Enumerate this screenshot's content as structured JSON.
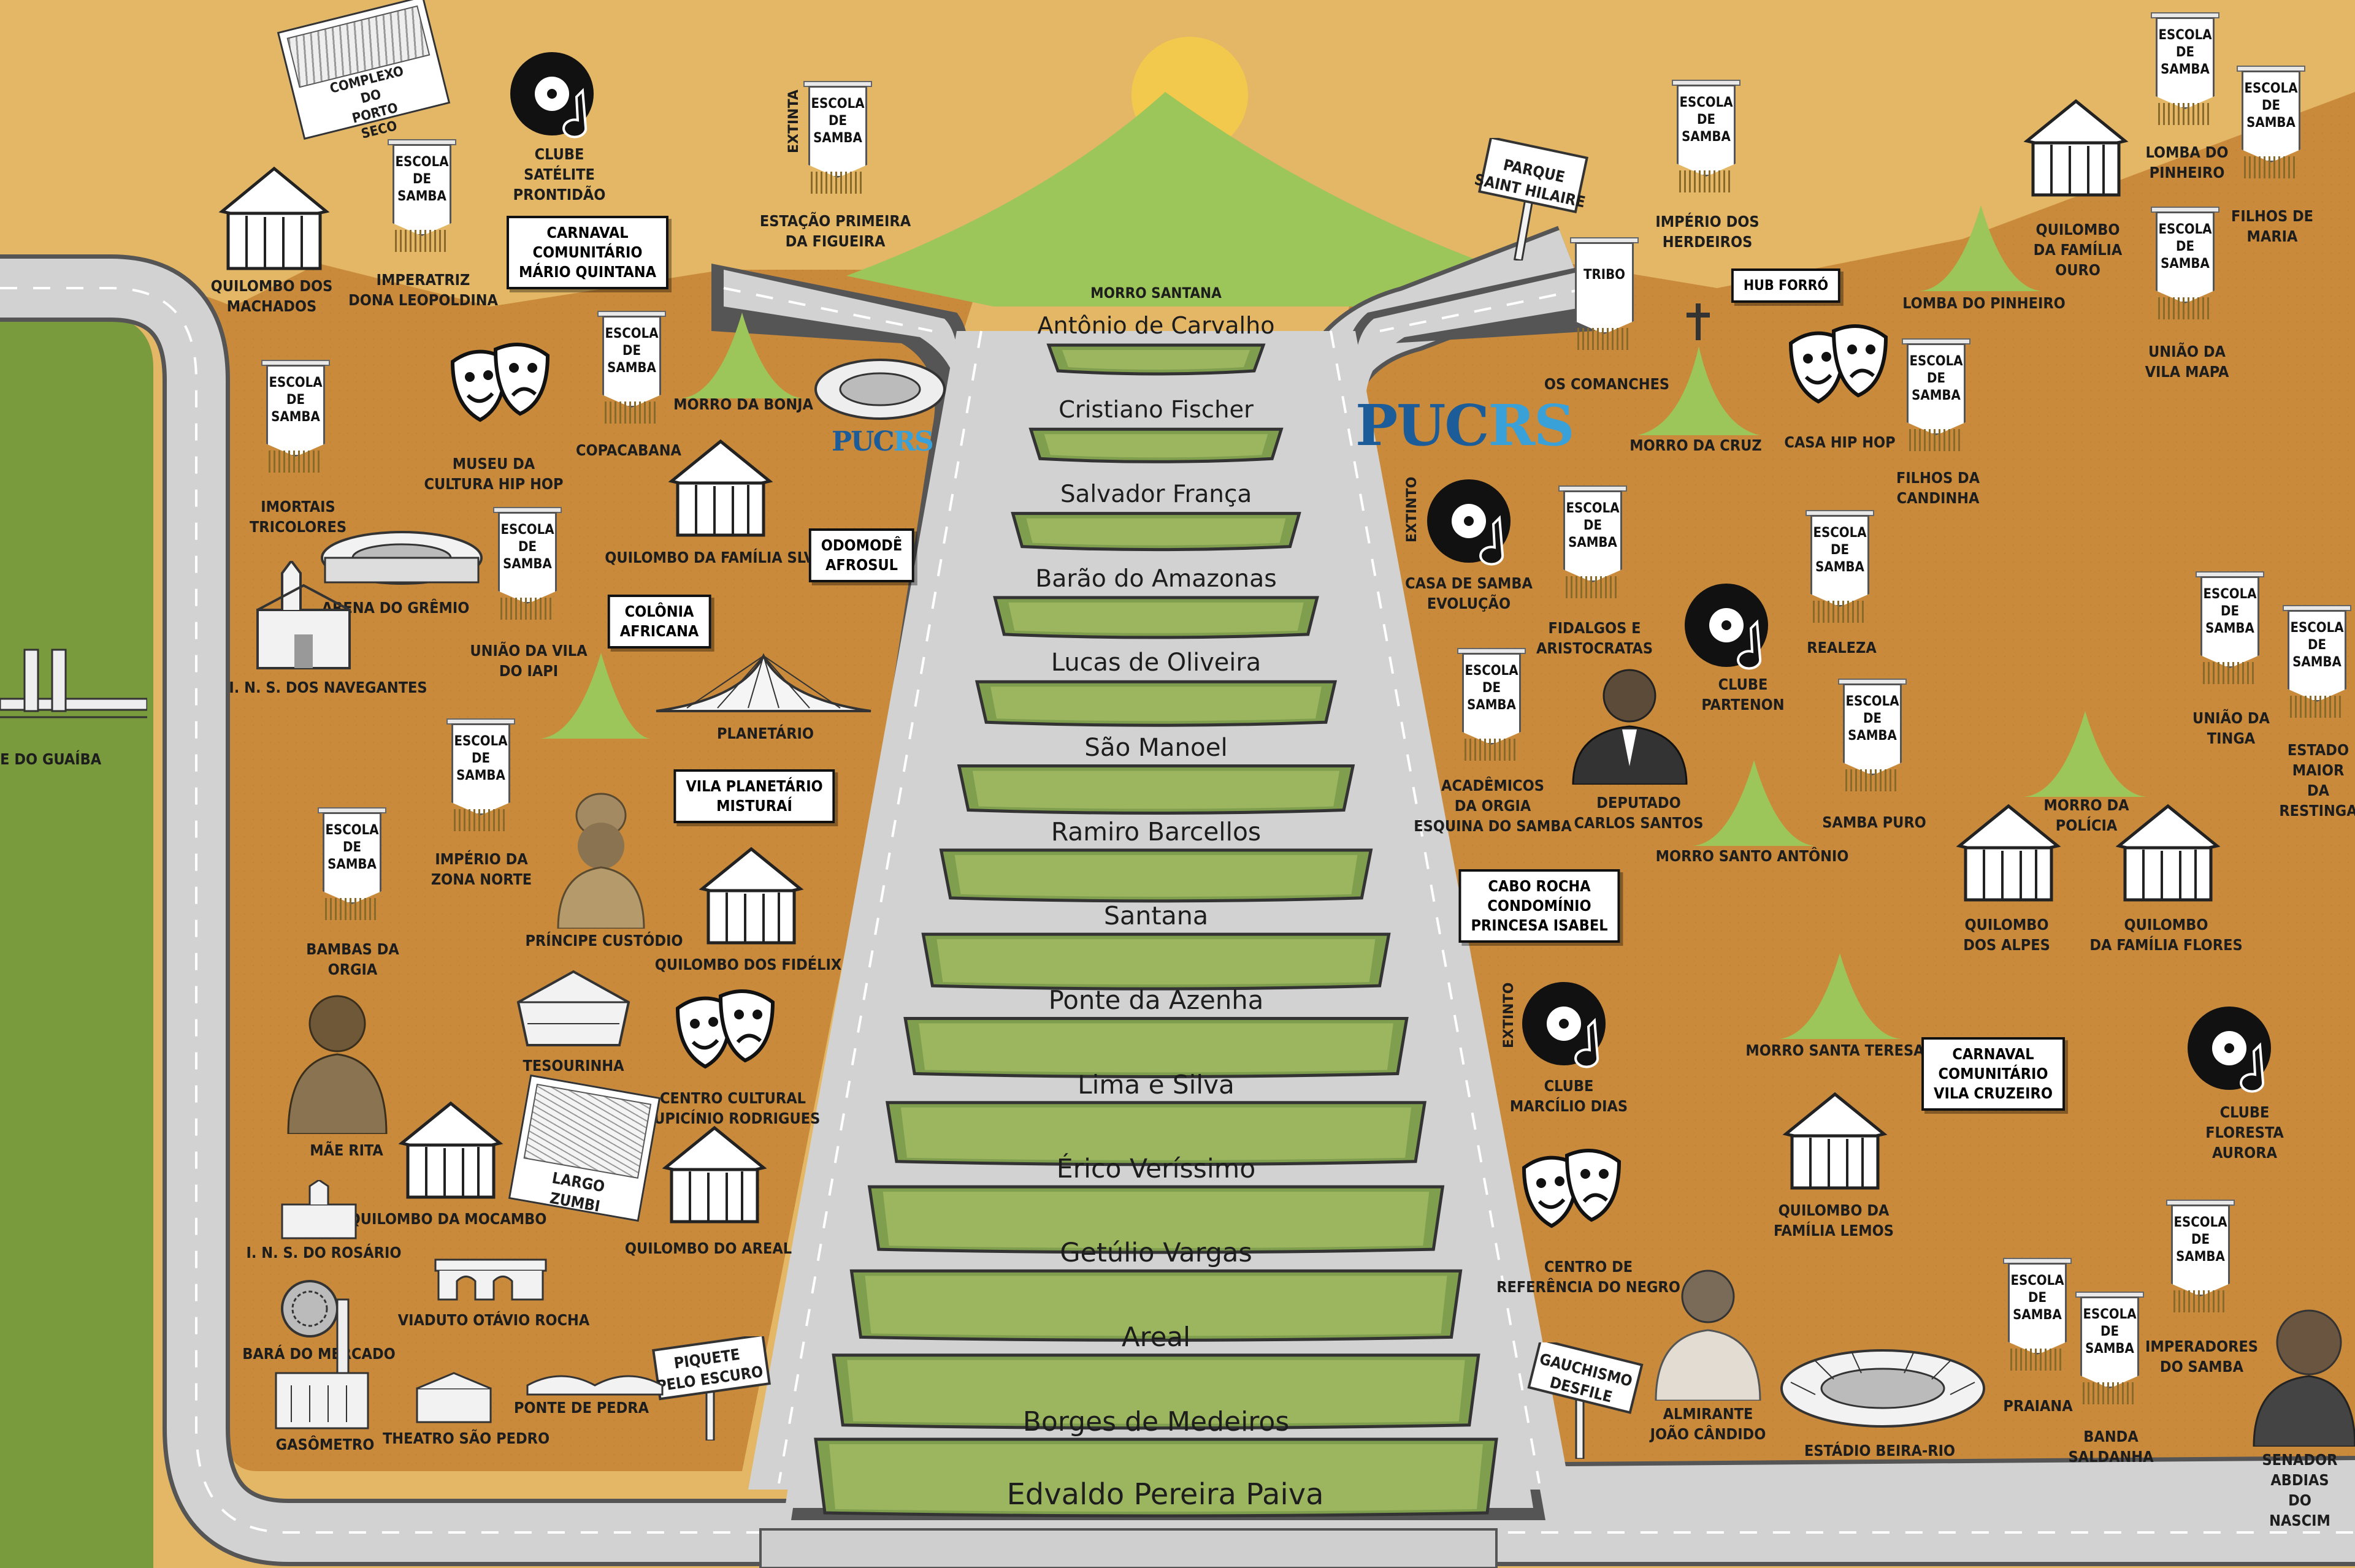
{
  "colors": {
    "background": "#e3b765",
    "territory": "#c98a3b",
    "road": "#d2d2d2",
    "hill": "#9cc55a",
    "plaza": "#7f9e4e",
    "lake": "#7a9a3e",
    "sun": "#f2c94c"
  },
  "logo": {
    "pucrs_main": "PUC",
    "pucrs_accent": "RS"
  },
  "streets": [
    "Antônio de Carvalho",
    "Cristiano Fischer",
    "Salvador França",
    "Barão do Amazonas",
    "Lucas de Oliveira",
    "São Manoel",
    "Ramiro Barcellos",
    "Santana",
    "Ponte da Azenha",
    "Lima e Silva",
    "Érico Veríssimo",
    "Getúlio Vargas",
    "Areal",
    "Borges de Medeiros",
    "Edvaldo Pereira Paiva"
  ],
  "morro_santana": "MORRO SANTANA",
  "banner_text": "ESCOLA\nDE\nSAMBA",
  "extinta": "EXTINTA",
  "extinto": "EXTINTO",
  "labels": {
    "complexo": "COMPLEXO DO\nPORTO SECO",
    "clube_satelite": "CLUBE\nSATÉLITE\nPRONTIDÃO",
    "carnaval_mario": "CARNAVAL\nCOMUNITÁRIO\nMÁRIO QUINTANA",
    "quilombo_machados": "QUILOMBO DOS\nMACHADOS",
    "imperatriz": "IMPERATRIZ\nDONA LEOPOLDINA",
    "estacao": "ESTAÇÃO PRIMEIRA\nDA FIGUEIRA",
    "imortais": "IMORTAIS\nTRICOLORES",
    "museu": "MUSEU DA\nCULTURA HIP HOP",
    "copacabana": "COPACABANA",
    "morro_bonja": "MORRO DA BONJA",
    "arena": "ARENA DO GRÊMIO",
    "uniao_iapi": "UNIÃO DA VILA\nDO IAPI",
    "quilombo_silva": "QUILOMBO DA FAMÍLIA SLVA",
    "odomode": "ODOMODÊ\nAFROSUL",
    "colonia": "COLÔNIA\nAFRICANA",
    "ins_navegantes": "I. N. S. DOS NAVEGANTES",
    "planetario": "PLANETÁRIO",
    "ponte_guaiba": "TE DO GUAÍBA",
    "vila_planetario": "VILA PLANETÁRIO\nMISTURAÍ",
    "imperio_zona": "IMPÉRIO DA\nZONA NORTE",
    "bambas": "BAMBAS DA\nORGIA",
    "principe": "PRÍNCIPE CUSTÓDIO",
    "quilombo_fidelix": "QUILOMBO DOS FIDÉLIX",
    "tesourinha": "TESOURINHA",
    "centro_lupicinio": "CENTRO CULTURAL\nLUPICÍNIO RODRIGUES",
    "mae_rita": "MÃE RITA",
    "largo_zumbi": "LARGO ZUMBI",
    "quilombo_mocambo": "QUILOMBO DA MOCAMBO",
    "quilombo_areal": "QUILOMBO DO AREAL",
    "ins_rosario": "I. N. S. DO ROSÁRIO",
    "viaduto": "VIADUTO OTÁVIO ROCHA",
    "bara": "BARÁ DO MERCADO",
    "piquete": "PIQUETE\nPELO ESCURO",
    "ponte_pedra": "PONTE DE PEDRA",
    "gasometro": "GASÔMETRO",
    "theatro": "THEATRO SÃO PEDRO",
    "parque": "PARQUE\nSAINT HILAIRE",
    "imperio_herdeiros": "IMPÉRIO DOS\nHERDEIROS",
    "tribo": "TRIBO",
    "os_comanches": "OS COMANCHES",
    "hub_forro": "HUB FORRÓ",
    "morro_cruz": "MORRO DA CRUZ",
    "casa_hiphop": "CASA HIP HOP",
    "filhos_candinha": "FILHOS DA\nCANDINHA",
    "lomba_pinheiro": "LOMBA DO\nPINHEIRO",
    "lomba_pinheiro_morro": "LOMBA DO PINHEIRO",
    "filhos_maria": "FILHOS DE\nMARIA",
    "quilombo_ouro": "QUILOMBO\nDA FAMÍLIA\nOURO",
    "uniao_vila_mapa": "UNIÃO DA\nVILA MAPA",
    "casa_samba": "CASA DE SAMBA\nEVOLUÇÃO",
    "fidalgos": "FIDALGOS E\nARISTOCRATAS",
    "clube_partenon": "CLUBE\nPARTENON",
    "realeza": "REALEZA",
    "academicos": "ACADÊMICOS\nDA ORGIA\nESQUINA DO SAMBA",
    "deputado": "DEPUTADO\nCARLOS SANTOS",
    "morro_santo_antonio": "MORRO SANTO ANTÔNIO",
    "samba_puro": "SAMBA PURO",
    "uniao_tinga": "UNIÃO DA\nTINGA",
    "estado_maior": "ESTADO\nMAIOR DA\nRESTINGA",
    "morro_policia": "MORRO DA\nPOLÍCIA",
    "cabo_rocha": "CABO ROCHA\nCONDOMÍNIO\nPRINCESA ISABEL",
    "quilombo_alpes": "QUILOMBO\nDOS ALPES",
    "quilombo_flores": "QUILOMBO\nDA FAMÍLIA FLORES",
    "clube_marcilio": "CLUBE\nMARCÍLIO DIAS",
    "morro_santa_teresa": "MORRO SANTA TERESA",
    "carnaval_cruzeiro": "CARNAVAL\nCOMUNITÁRIO\nVILA CRUZEIRO",
    "clube_floresta": "CLUBE\nFLORESTA\nAURORA",
    "quilombo_lemos": "QUILOMBO DA\nFAMÍLIA LEMOS",
    "centro_negro": "CENTRO DE\nREFERÊNCIA DO NEGRO",
    "gauchismo": "GAUCHISMO\nDESFILE",
    "almirante": "ALMIRANTE\nJOÃO CÂNDIDO",
    "estadio": "ESTÁDIO BEIRA-RIO",
    "praiana": "PRAIANA",
    "banda_saldanha": "BANDA\nSALDANHA",
    "imperadores": "IMPERADORES\nDO SAMBA",
    "senador": "SENADOR\nABDIAS DO NASCIM"
  }
}
